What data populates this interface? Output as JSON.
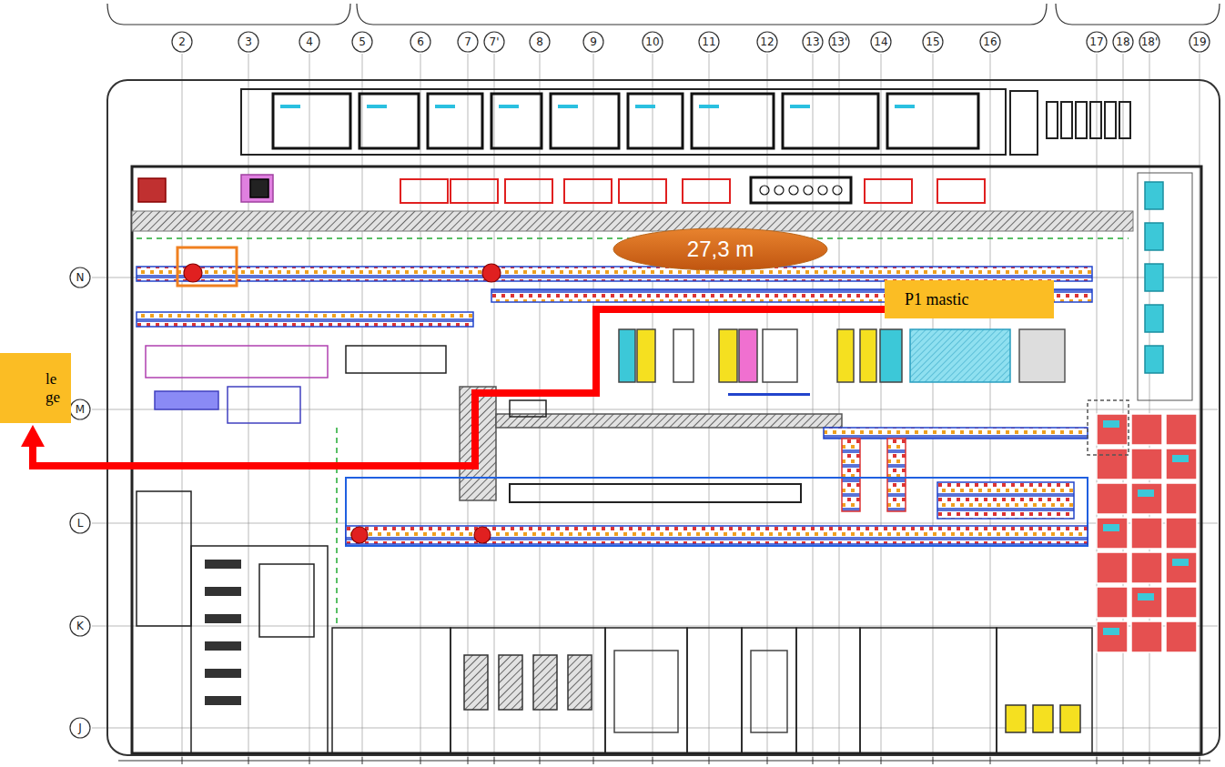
{
  "diagram": {
    "nodes": [
      {
        "text": [
          "27,3 m"
        ]
      },
      {
        "text": [
          "P1 mastic"
        ]
      },
      {
        "text": [
          "le ge"
        ]
      }
    ],
    "edges": [
      {
        "from": 1,
        "to": 2,
        "arrow": "to"
      }
    ],
    "labels": [
      "2",
      "3",
      "4",
      "5",
      "6",
      "7",
      "7'",
      "8",
      "9",
      "10",
      "11",
      "12",
      "13",
      "13'",
      "14",
      "15",
      "16",
      "17",
      "18",
      "18'",
      "19",
      "N",
      "M",
      "L",
      "K",
      "J"
    ]
  }
}
